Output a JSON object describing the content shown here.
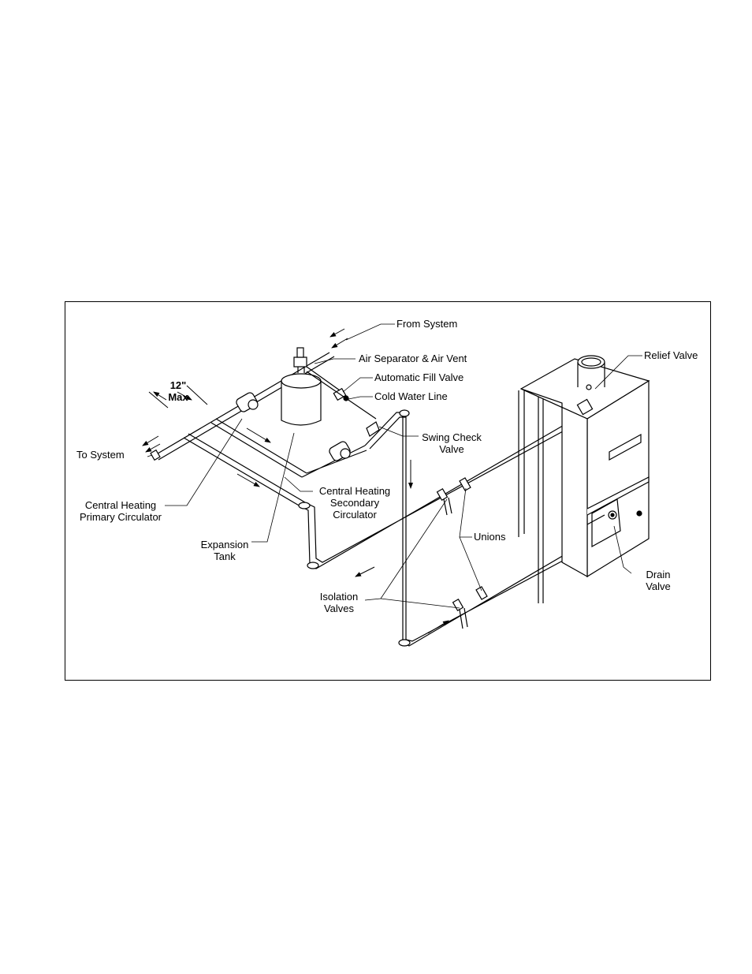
{
  "diagram": {
    "labels": {
      "from_system": "From System",
      "air_separator": "Air Separator & Air Vent",
      "auto_fill_valve": "Automatic Fill Valve",
      "cold_water_line": "Cold Water Line",
      "relief_valve": "Relief Valve",
      "max_12_line1": "12\"",
      "max_12_line2": "Max",
      "to_system": "To System",
      "swing_check_line1": "Swing Check",
      "swing_check_line2": "Valve",
      "ch_secondary_line1": "Central Heating",
      "ch_secondary_line2": "Secondary",
      "ch_secondary_line3": "Circulator",
      "ch_primary_line1": "Central Heating",
      "ch_primary_line2": "Primary Circulator",
      "expansion_line1": "Expansion",
      "expansion_line2": "Tank",
      "unions": "Unions",
      "drain_line1": "Drain",
      "drain_line2": "Valve",
      "isolation_line1": "Isolation",
      "isolation_line2": "Valves"
    }
  }
}
